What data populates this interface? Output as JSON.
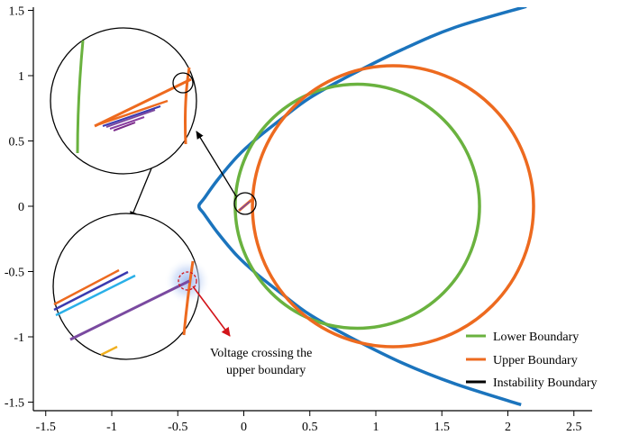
{
  "chart_data": {
    "type": "line",
    "title": "",
    "xlabel": "",
    "ylabel": "",
    "xlim": [
      -1.6,
      2.5
    ],
    "ylim": [
      -1.5,
      1.55
    ],
    "x_ticks": [
      "-1.5",
      "-1",
      "-0.5",
      "0",
      "0.5",
      "1",
      "1.5",
      "2",
      "2.5"
    ],
    "y_ticks": [
      "1.5",
      "1",
      "0.5",
      "0",
      "-0.5",
      "-1",
      "-1.5"
    ],
    "grid": false,
    "legend_position": "bottom-right",
    "series": [
      {
        "name": "Lower Boundary",
        "color": "#6ab23f",
        "shape": "circle",
        "center": [
          0.86,
          0.0
        ],
        "radius": 0.93
      },
      {
        "name": "Upper Boundary",
        "color": "#ed6a1f",
        "shape": "circle",
        "center": [
          1.13,
          0.0
        ],
        "radius": 1.07
      },
      {
        "name": "Instability  Boundary",
        "color": "#1b74bd",
        "shape": "curve",
        "x": [
          2.14,
          1.6,
          1.2,
          0.8,
          0.5,
          0.3,
          0.1,
          -0.05,
          -0.2,
          -0.3,
          -0.34,
          -0.3,
          -0.2,
          -0.05,
          0.1,
          0.3,
          0.5,
          0.8,
          1.2,
          1.6,
          2.1
        ],
        "y": [
          1.53,
          1.37,
          1.2,
          1.0,
          0.83,
          0.68,
          0.52,
          0.38,
          0.2,
          0.06,
          0.0,
          -0.06,
          -0.2,
          -0.38,
          -0.52,
          -0.68,
          -0.83,
          -1.0,
          -1.2,
          -1.36,
          -1.52
        ]
      }
    ],
    "annotation": {
      "line1": "Voltage crossing the",
      "line2": "upper boundary"
    }
  },
  "legend_swatch_color_instability": "#000000"
}
